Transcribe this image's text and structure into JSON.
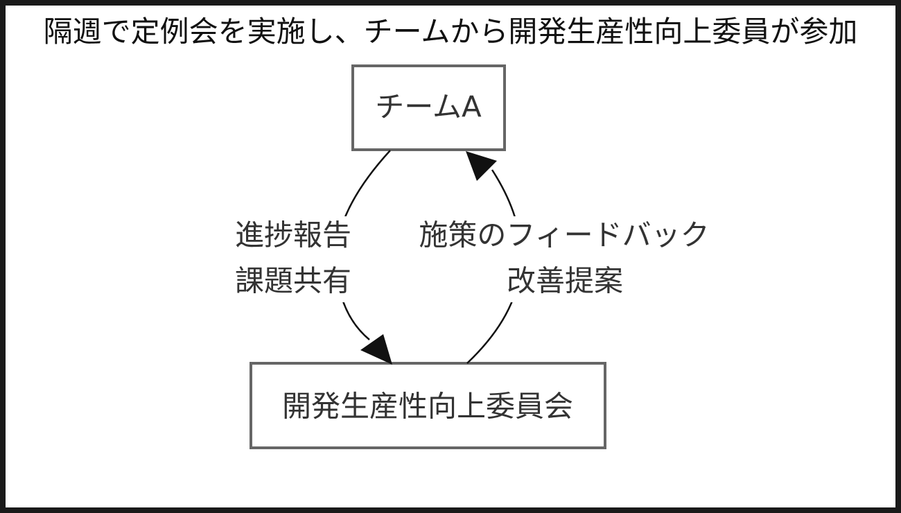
{
  "diagram": {
    "title": "隔週で定例会を実施し、チームから開発生産性向上委員が参加",
    "nodes": {
      "team_a": {
        "label": "チームA"
      },
      "committee": {
        "label": "開発生産性向上委員会"
      }
    },
    "edges": {
      "up": {
        "from": "team_a",
        "to": "committee",
        "lines": [
          "進捗報告",
          "課題共有"
        ]
      },
      "down": {
        "from": "committee",
        "to": "team_a",
        "lines": [
          "施策のフィードバック",
          "改善提案"
        ]
      }
    },
    "colors": {
      "frame": "#1a1a1a",
      "node_border": "#666666",
      "text": "#333333",
      "edge": "#111111"
    }
  }
}
